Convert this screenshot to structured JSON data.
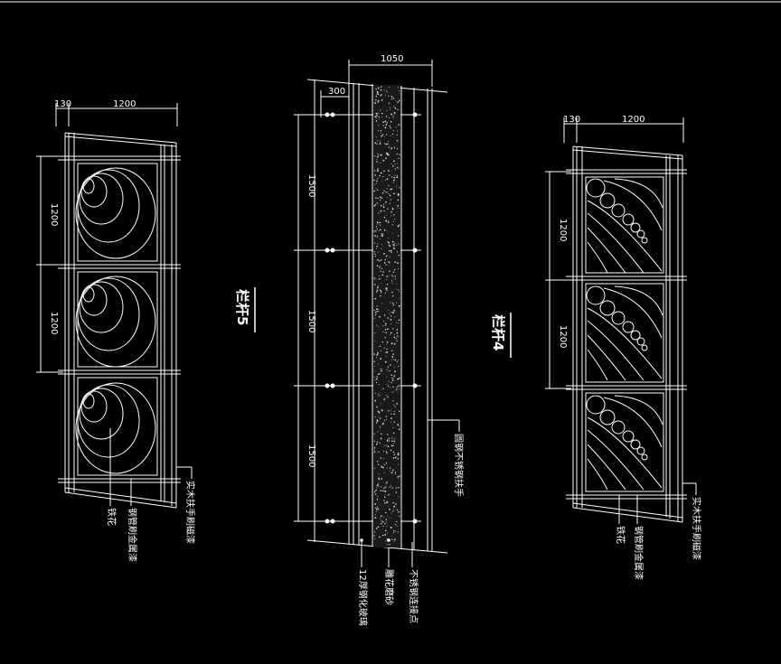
{
  "colors": {
    "background": "#000000",
    "line": "#ffffff",
    "grey": "#c8c8c8"
  },
  "railing5": {
    "title": "栏杆5",
    "dim_top_small": "130",
    "dim_top_large": "1200",
    "dim_side": [
      "1200",
      "1200"
    ],
    "label_left": "铁花",
    "label_mid": "钢管刷金属漆",
    "label_right": "实木扶手刷磁漆"
  },
  "railing_center": {
    "dim_top": "1050",
    "dim_small": "300",
    "dim_side": [
      "1500",
      "1500",
      "1500"
    ],
    "label_glass": "12厚钢化玻璃",
    "label_sand": "雕花磨砂",
    "label_bolt": "不锈钢连接点",
    "label_handrail": "圆钢不锈钢扶手"
  },
  "railing4": {
    "title": "栏杆4",
    "dim_top_small": "130",
    "dim_top_large": "1200",
    "dim_side": [
      "1200",
      "1200"
    ],
    "label_left": "铁花",
    "label_mid": "钢管刷金属漆",
    "label_right": "实木扶手刷磁漆"
  }
}
